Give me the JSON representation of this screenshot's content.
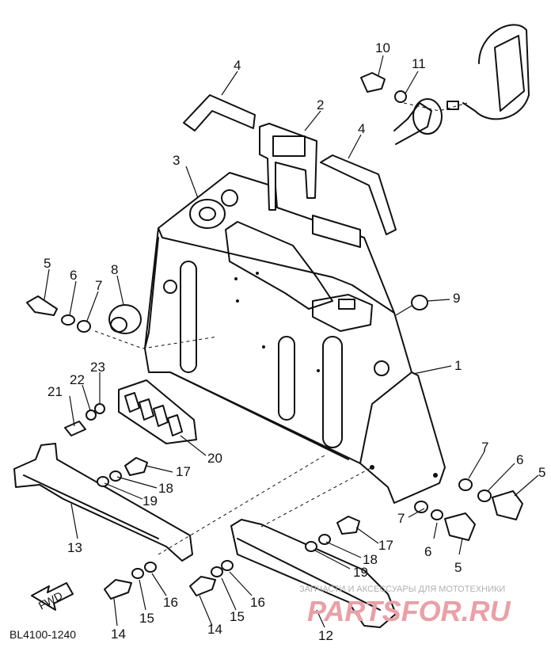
{
  "diagram": {
    "code": "BL4100-1240",
    "fwd": "FWD",
    "labels": {
      "n1": "1",
      "n2": "2",
      "n3": "3",
      "n4a": "4",
      "n4b": "4",
      "n5a": "5",
      "n5b": "5",
      "n5c": "5",
      "n6a": "6",
      "n6b": "6",
      "n6c": "6",
      "n7a": "7",
      "n7b": "7",
      "n7c": "7",
      "n8": "8",
      "n9": "9",
      "n10": "10",
      "n11": "11",
      "n12": "12",
      "n13": "13",
      "n14a": "14",
      "n14b": "14",
      "n15a": "15",
      "n15b": "15",
      "n16a": "16",
      "n16b": "16",
      "n17a": "17",
      "n17b": "17",
      "n18a": "18",
      "n18b": "18",
      "n19a": "19",
      "n19b": "19",
      "n20": "20",
      "n21": "21",
      "n22": "22",
      "n23": "23"
    }
  },
  "watermark": {
    "line1": "ЗАПЧАСТИ И АКСЕССУАРЫ ДЛЯ МОТОТЕХНИКИ",
    "line2": "PARTSFOR.RU"
  }
}
